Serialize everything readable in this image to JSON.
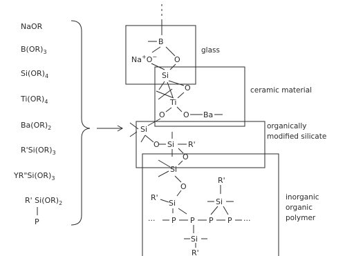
{
  "precursors": [
    {
      "main": "NaOR",
      "sub": ""
    },
    {
      "main": "B(OR)",
      "sub": "3"
    },
    {
      "main": "Si(OR)",
      "sub": "4"
    },
    {
      "main": "Ti(OR)",
      "sub": "4"
    },
    {
      "main": "Ba(OR)",
      "sub": "2"
    },
    {
      "main": "R'Si(OR)",
      "sub": "3"
    },
    {
      "main": "YR\"Si(OR)",
      "sub": "3"
    },
    {
      "main": "R' Si(OR)",
      "sub": "2"
    }
  ],
  "precursor_p": "P",
  "labels": {
    "glass": "glass",
    "ceramic": "ceramic material",
    "ormosil_1": "organically",
    "ormosil_2": "modified silicate",
    "polymer_1": "inorganic",
    "polymer_2": "organic",
    "polymer_3": "polymer"
  },
  "atoms": {
    "b": "B",
    "na": "Na",
    "na_plus": "+",
    "o_minus": "O",
    "minus": "−",
    "o": "O",
    "si": "Si",
    "ti": "Ti",
    "ba": "Ba",
    "r_prime": "R'",
    "p": "P",
    "dots": "···"
  }
}
